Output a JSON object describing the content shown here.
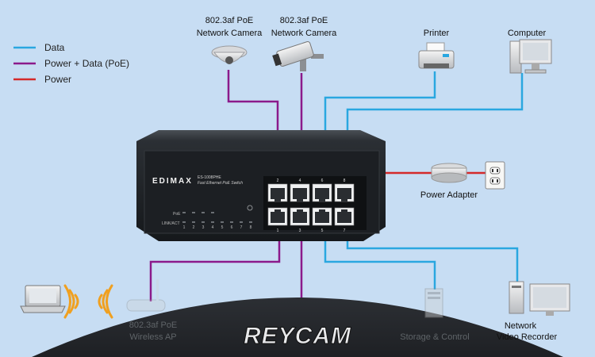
{
  "legend": {
    "items": [
      {
        "label": "Data",
        "color": "#2aa7e0"
      },
      {
        "label": "Power + Data (PoE)",
        "color": "#8b1a8b"
      },
      {
        "label": "Power",
        "color": "#d42a2a"
      }
    ]
  },
  "devices": {
    "camera1": {
      "line1": "802.3af PoE",
      "line2": "Network Camera"
    },
    "camera2": {
      "line1": "802.3af PoE",
      "line2": "Network Camera"
    },
    "printer": {
      "label": "Printer"
    },
    "computer": {
      "label": "Computer"
    },
    "power_adapter": {
      "label": "Power Adapter"
    },
    "wireless_ap": {
      "line1": "802.3af PoE",
      "line2": "Wireless AP"
    },
    "storage": {
      "label": "Storage & Control"
    },
    "nvr": {
      "line1": "Network",
      "line2": "Video Recorder"
    }
  },
  "switch": {
    "brand": "EDIMAX",
    "model": "ES-1008PHE",
    "subtitle": "Fast Ethernet PoE Switch",
    "top_port_numbers": [
      "2",
      "4",
      "6",
      "8"
    ],
    "bottom_port_numbers": [
      "1",
      "3",
      "5",
      "7"
    ],
    "led_poe_label": "PoE",
    "led_link_label": "LINK/ACT",
    "led_numbers": [
      "1",
      "2",
      "3",
      "4",
      "5",
      "6",
      "7",
      "8"
    ]
  },
  "watermark": "REYCAM",
  "colors": {
    "data": "#2aa7e0",
    "poe": "#8b1a8b",
    "power": "#d42a2a",
    "background": "#c7ddf3"
  }
}
